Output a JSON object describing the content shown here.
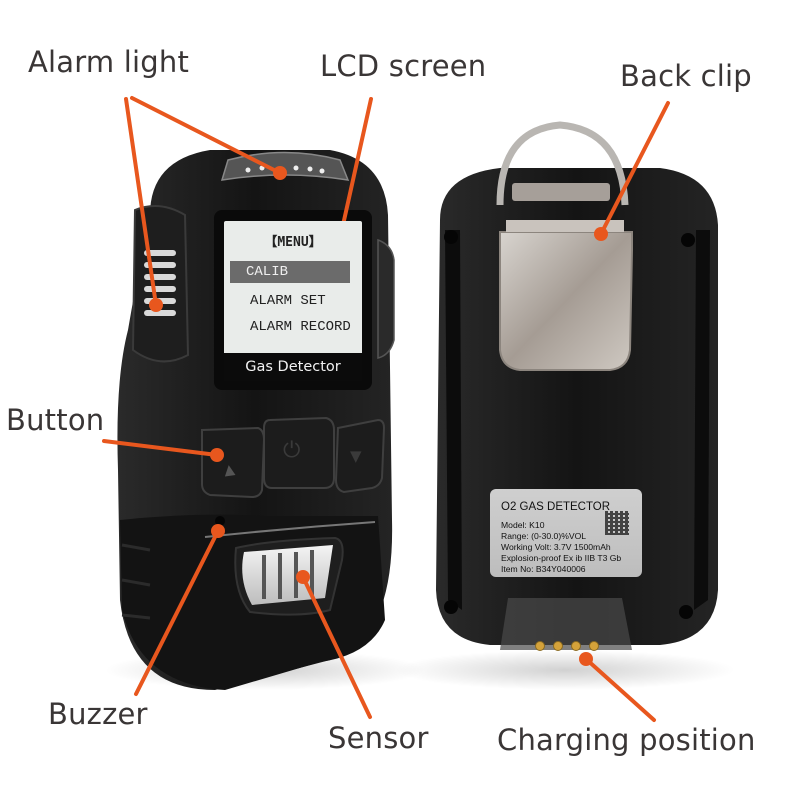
{
  "figure": {
    "subject": "Portable gas detector, front and back views",
    "accent_color": "#e8571e",
    "body_color": "#141414"
  },
  "callouts": [
    {
      "id": "alarm-light",
      "label": "Alarm light"
    },
    {
      "id": "lcd-screen",
      "label": "LCD screen"
    },
    {
      "id": "back-clip",
      "label": "Back clip"
    },
    {
      "id": "button",
      "label": "Button"
    },
    {
      "id": "buzzer",
      "label": "Buzzer"
    },
    {
      "id": "sensor",
      "label": "Sensor"
    },
    {
      "id": "charging-position",
      "label": "Charging position"
    }
  ],
  "lcd": {
    "title": "【MENU】",
    "items": [
      "CALIB",
      "ALARM SET",
      "ALARM RECORD"
    ],
    "selected_index": 0,
    "band_text": "Gas Detector"
  },
  "buttons": {
    "left_symbol": "▲",
    "center_symbol": "⏻",
    "right_symbol": "▼"
  },
  "label_plate": {
    "title": "O2 GAS DETECTOR",
    "lines": [
      "Model:  K10",
      "Range:  (0-30.0)%VOL",
      "Working Volt:  3.7V 1500mAh",
      "Explosion-proof Ex ib IIB T3 Gb",
      "Item No: B34Y040006"
    ]
  }
}
